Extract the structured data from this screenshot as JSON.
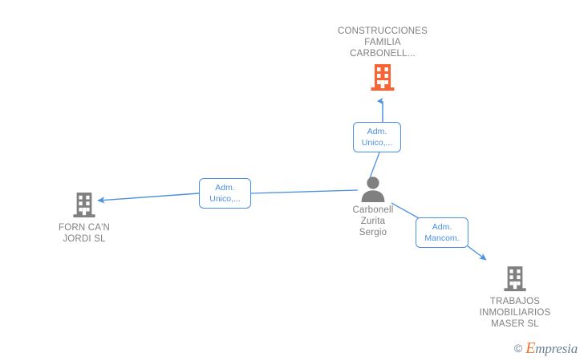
{
  "diagram": {
    "title": "Organizational relationship graph",
    "colors": {
      "company_primary": "#fa6432",
      "company_secondary": "#808080",
      "person": "#808080",
      "edge": "#4a90e2",
      "relation_text": "#4a90e2",
      "node_text": "#808080",
      "background": "#ffffff"
    },
    "nodes": [
      {
        "id": "construcciones",
        "type": "company",
        "icon": "building-icon",
        "label": "CONSTRUCCIONES\nFAMILIA\nCARBONELL...",
        "label_position": "above",
        "color": "#fa6432"
      },
      {
        "id": "forn",
        "type": "company",
        "icon": "building-icon",
        "label": "FORN CA'N\nJORDI SL",
        "label_position": "below",
        "color": "#808080"
      },
      {
        "id": "person",
        "type": "person",
        "icon": "person-icon",
        "label": "Carbonell\nZurita\nSergio",
        "label_position": "below",
        "color": "#808080"
      },
      {
        "id": "trabajos",
        "type": "company",
        "icon": "building-icon",
        "label": "TRABAJOS\nINMOBILIARIOS\nMASER  SL",
        "label_position": "below",
        "color": "#808080"
      }
    ],
    "relations": [
      {
        "id": "rel-unico-top",
        "label": "Adm.\nUnico,...",
        "from": "person",
        "to": "construcciones"
      },
      {
        "id": "rel-unico-left",
        "label": "Adm.\nUnico,...",
        "from": "person",
        "to": "forn"
      },
      {
        "id": "rel-mancom",
        "label": "Adm.\nMancom.",
        "from": "person",
        "to": "trabajos"
      }
    ]
  },
  "watermark": {
    "copyright": "©",
    "brand_initial": "E",
    "brand_rest": "mpresia"
  }
}
